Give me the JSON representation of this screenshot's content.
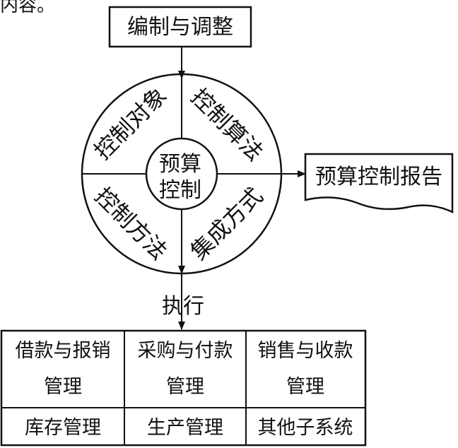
{
  "top_fragment": "内容。",
  "top_box": "编制与调整",
  "center": {
    "line1": "预算",
    "line2": "控制"
  },
  "quadrants": {
    "top_left": "控制对象",
    "top_right": "控制算法",
    "bottom_left": "控制方法",
    "bottom_right": "集成方式"
  },
  "report_box": "预算控制报告",
  "execute_label": "执行",
  "table": {
    "row1": [
      {
        "line1": "借款与报销",
        "line2": "管理"
      },
      {
        "line1": "采购与付款",
        "line2": "管理"
      },
      {
        "line1": "销售与收款",
        "line2": "管理"
      }
    ],
    "row2": [
      "库存管理",
      "生产管理",
      "其他子系统"
    ]
  },
  "colors": {
    "ink": "#111111",
    "background": "#ffffff"
  }
}
